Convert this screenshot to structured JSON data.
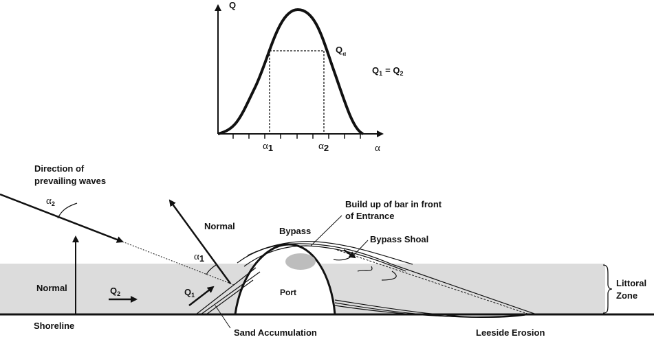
{
  "graph": {
    "y_axis_label": "Q",
    "x_axis_label": "α",
    "q_alpha": "Q",
    "q_alpha_sub": "α",
    "alpha1": "α",
    "alpha1_sub": "1",
    "alpha2": "α",
    "alpha2_sub": "2",
    "equation_q": "Q",
    "equation_sub1": "1",
    "equation_eq": "= Q",
    "equation_sub2": "2"
  },
  "labels": {
    "direction_line1": "Direction of",
    "direction_line2": "prevailing waves",
    "alpha2": "α",
    "alpha2_sub": "2",
    "normal_left": "Normal",
    "normal_mid": "Normal",
    "alpha1": "α",
    "alpha1_sub": "1",
    "q2": "Q",
    "q2_sub": "2",
    "q1": "Q",
    "q1_sub": "1",
    "bypass": "Bypass",
    "buildup_line1": "Build up of bar in front",
    "buildup_line2": "of Entrance",
    "bypass_shoal": "Bypass Shoal",
    "port": "Port",
    "littoral_line1": "Littoral",
    "littoral_line2": "Zone",
    "shoreline": "Shoreline",
    "sand_accumulation": "Sand Accumulation",
    "leeside_erosion": "Leeside Erosion"
  },
  "colors": {
    "zone": "#dcdcdc",
    "shoal": "#bdbdbd",
    "ink": "#111111"
  }
}
